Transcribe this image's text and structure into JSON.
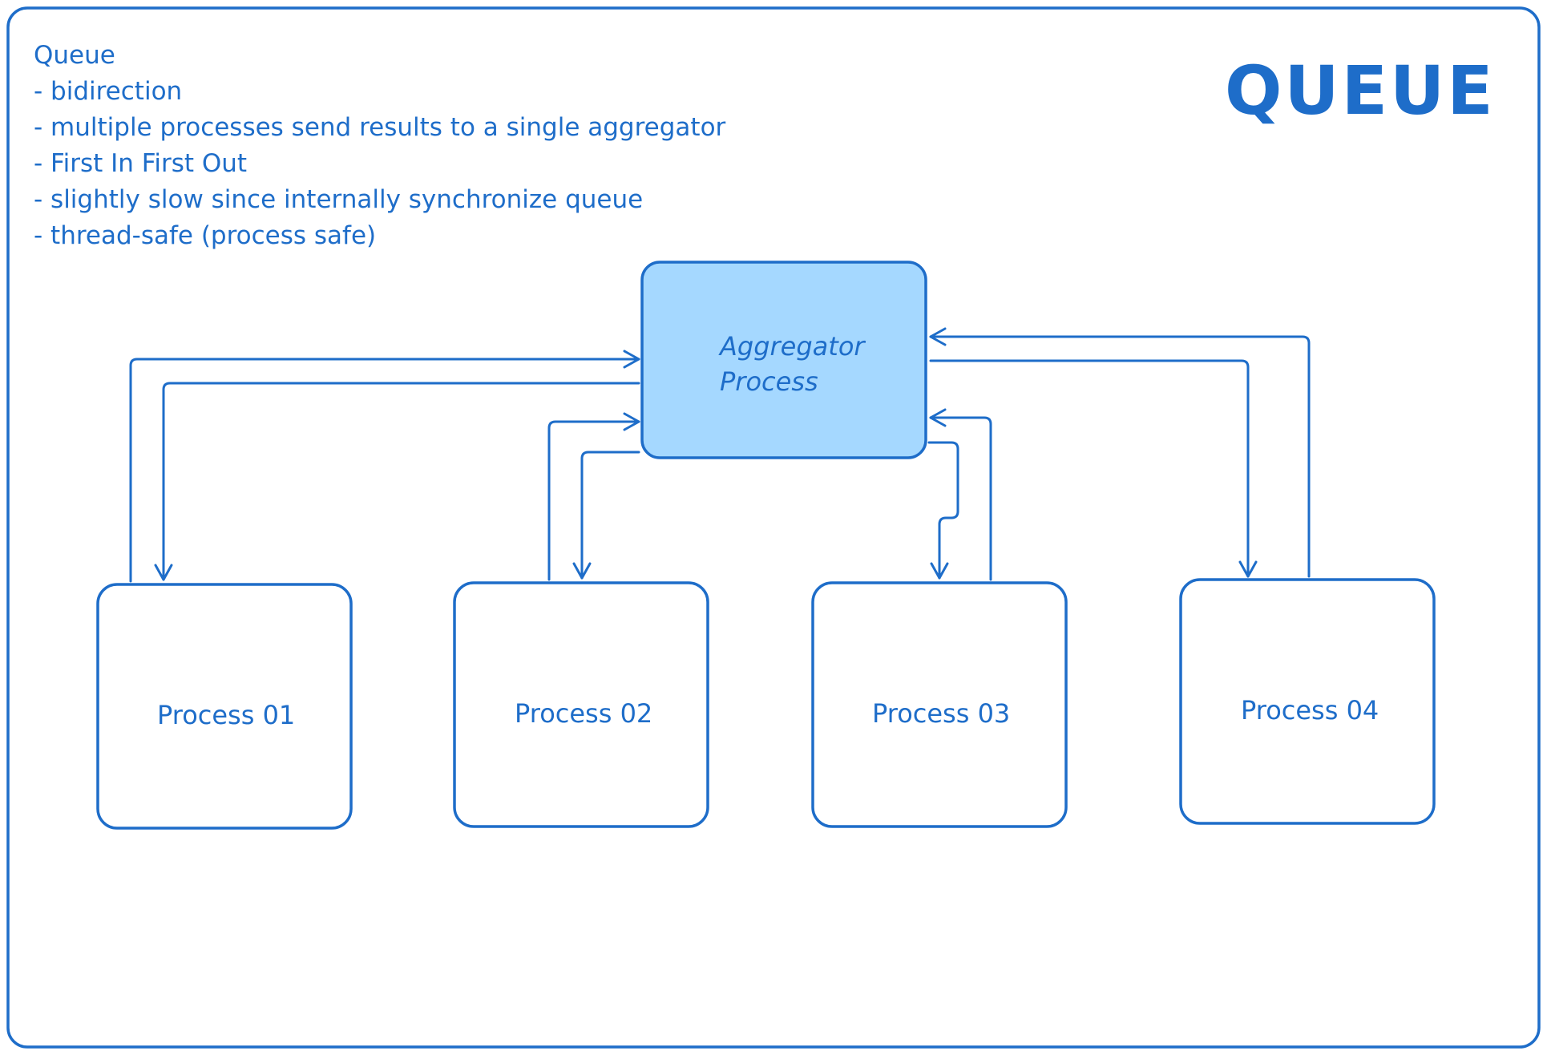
{
  "title": "QUEUE",
  "notes": {
    "heading": "Queue",
    "items": [
      "- bidirection",
      "- multiple processes send results to a single aggregator",
      "- First In First Out",
      "- slightly slow since internally synchronize queue",
      "- thread-safe (process safe)"
    ]
  },
  "aggregator": {
    "lines": [
      "Aggregator",
      "Process"
    ]
  },
  "processes": [
    {
      "label": "Process 01"
    },
    {
      "label": "Process 02"
    },
    {
      "label": "Process 03"
    },
    {
      "label": "Process 04"
    }
  ],
  "colors": {
    "stroke": "#1e6dc9",
    "hub_fill": "#a5d8ff",
    "node_fill": "#ffffff"
  }
}
